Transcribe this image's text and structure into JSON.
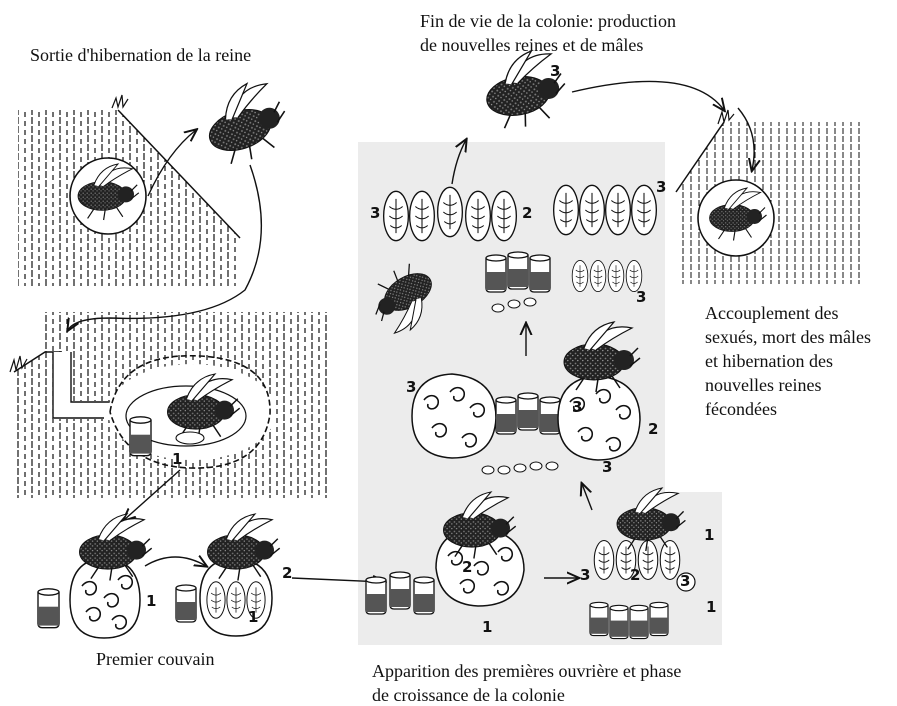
{
  "captions": {
    "queen_exit": "Sortie d'hibernation de la reine",
    "end_of_life_line1": "Fin de vie de la colonie: production",
    "end_of_life_line2": "de nouvelles reines et de mâles",
    "mating_line1": "Accouplement des",
    "mating_line2": "sexués, mort des mâles",
    "mating_line3": "et hibernation des",
    "mating_line4": "nouvelles reines",
    "mating_line5": "fécondées",
    "first_brood": "Premier couvain",
    "growth_line1": "Apparition des premières ouvrière et phase",
    "growth_line2": "de croissance de la colonie"
  },
  "labels": {
    "one": "1",
    "two": "2",
    "three": "3"
  },
  "colors": {
    "panel": "#ececec",
    "ink": "#111111"
  }
}
